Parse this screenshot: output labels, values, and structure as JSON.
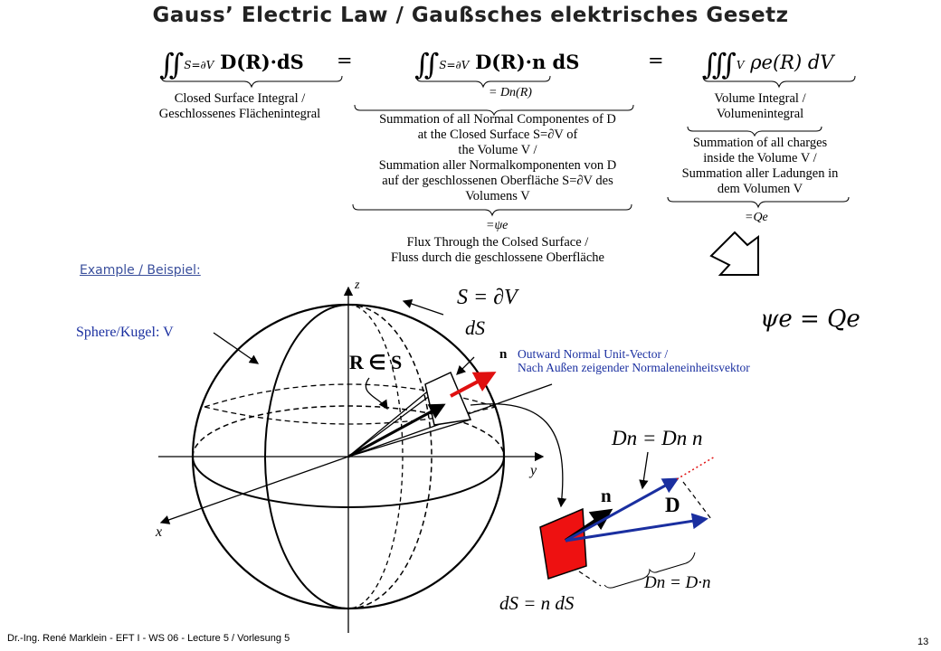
{
  "title": "Gauss’ Electric Law / Gaußsches elektrisches Gesetz",
  "equation": {
    "lhs_integral": "∬",
    "lhs_sub": "S=∂V",
    "lhs_body": "D(R)·dS",
    "equals1": "=",
    "mid_integral": "∬",
    "mid_sub": "S=∂V",
    "mid_body": "D(R)·n dS",
    "equals2": "=",
    "rhs_integral": "∭",
    "rhs_sub": "V",
    "rhs_body": "ρe(R) dV"
  },
  "notes": {
    "closed_surface": [
      "Closed Surface Integral /",
      "Geschlossenes Flächenintegral"
    ],
    "dn_eq": "= Dn(R)",
    "summation_normal": [
      "Summation of all Normal Componentes of D",
      "at the Closed Surface S=∂V  of",
      "the Volume V  /",
      "Summation aller Normalkomponenten von D",
      "auf der geschlossenen Oberfläche S=∂V  des",
      "Volumens V"
    ],
    "psi_eq": "=ψe",
    "flux": [
      "Flux Through the Colsed Surface /",
      "Fluss durch die geschlossene Oberfläche"
    ],
    "volume_integral": [
      "Volume Integral /",
      "Volumenintegral"
    ],
    "summation_charges": [
      "Summation of all charges",
      "inside the Volume V  /",
      "Summation aller Ladungen in",
      "dem  Volumen V"
    ],
    "q_eq": "=Qe"
  },
  "example_label": "Example / Beispiel:",
  "result_equation": "ψe = Qe",
  "diagram": {
    "sphere_label": "Sphere/Kugel: V",
    "s_label": "S = ∂V",
    "ds_label": "dS",
    "r_label": "R ∈ S",
    "n_label": "n",
    "n_desc": [
      "Outward Normal Unit-Vector /",
      "Nach Außen zeigender Normaleneinheitsvektor"
    ],
    "axis_x": "x",
    "axis_y": "y",
    "axis_z": "z",
    "dn_vec_eq": "Dn = Dn n",
    "n_vec": "n",
    "d_vec": "D",
    "dn_scalar_eq": "Dn = D·n",
    "ds_vec_eq": "dS = n dS"
  },
  "colors": {
    "blue": "#1a2fa0",
    "red": "#e01010",
    "patch": "#ee1111"
  },
  "footer": {
    "left": "Dr.-Ing. René Marklein - EFT I - WS 06 - Lecture 5 / Vorlesung 5",
    "page": "13"
  }
}
